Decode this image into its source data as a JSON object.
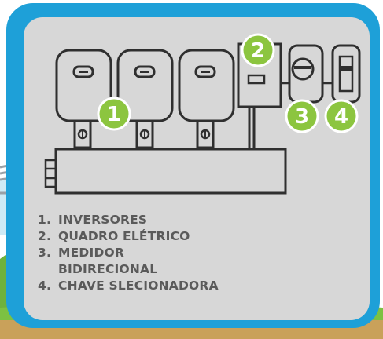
{
  "diagram": {
    "badges": [
      "1",
      "2",
      "3",
      "4"
    ],
    "colors": {
      "frame": "#1ea0d8",
      "panel": "#d7d7d7",
      "stroke": "#2f2f2f",
      "badge": "#8cc53f",
      "grass": "#6eb23c",
      "ground": "#c9a15a",
      "sky": "#bfe6f4"
    }
  },
  "legend": {
    "items": [
      {
        "num": "1.",
        "text": "INVERSORES"
      },
      {
        "num": "2.",
        "text": "QUADRO ELÉTRICO"
      },
      {
        "num": "3.",
        "text": "MEDIDOR BIDIRECIONAL"
      },
      {
        "num": "4.",
        "text": "CHAVE SLECIONADORA"
      }
    ]
  }
}
